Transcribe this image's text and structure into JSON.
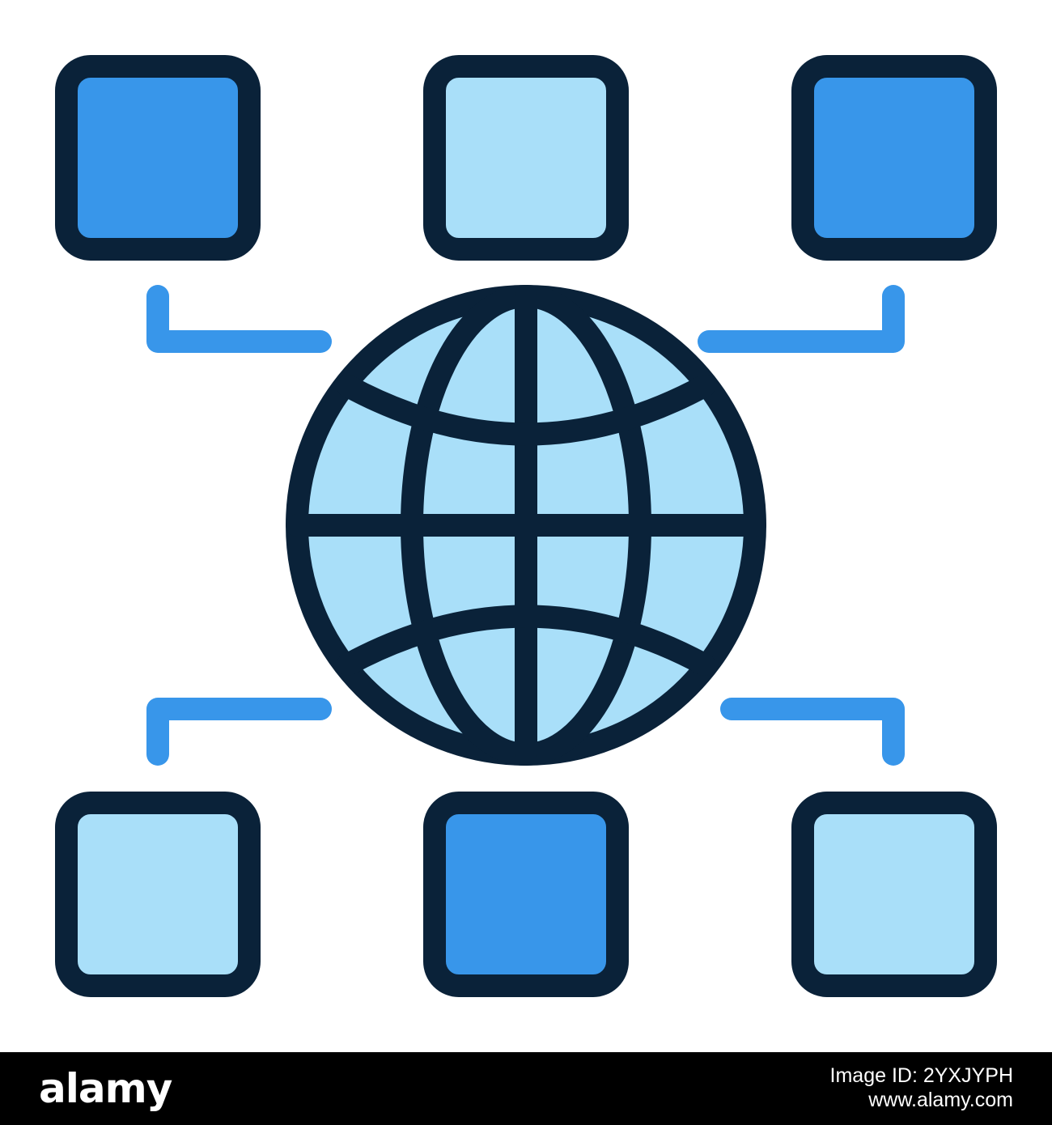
{
  "colors": {
    "outline": "#0a2239",
    "fill_light": "#a9dff9",
    "fill_medium": "#3896ea",
    "connector": "#3896ea",
    "background": "#ffffff",
    "footer_bg": "#000000"
  },
  "icons": {
    "globe": "globe-icon",
    "nodes": [
      "node-square-top-left",
      "node-square-top-center",
      "node-square-top-right",
      "node-square-bottom-left",
      "node-square-bottom-center",
      "node-square-bottom-right"
    ],
    "connectors": [
      "connector-top-left",
      "connector-top-right",
      "connector-bottom-left",
      "connector-bottom-right"
    ]
  },
  "footer": {
    "brand": "alamy",
    "image_id": "Image ID: 2YXJYPH",
    "url": "www.alamy.com"
  }
}
